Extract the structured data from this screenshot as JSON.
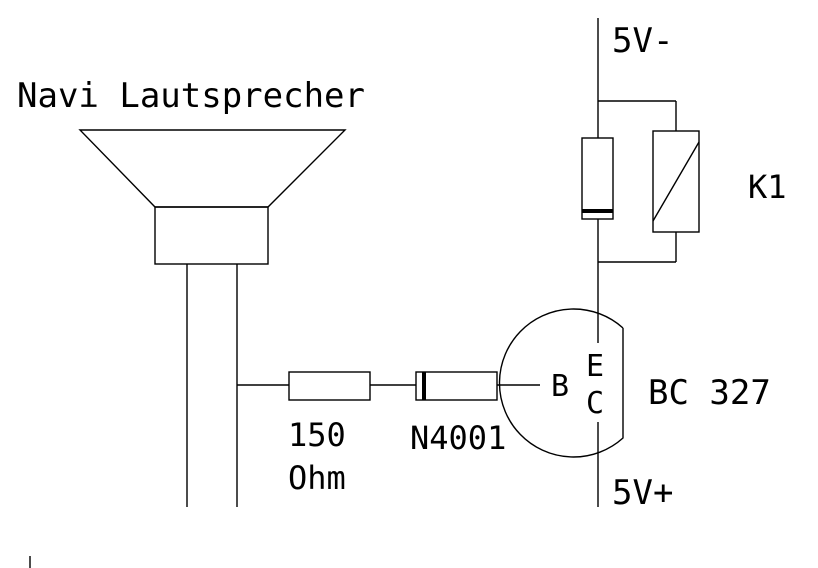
{
  "labels": {
    "speaker": "Navi Lautsprecher",
    "supply_minus": "5V-",
    "supply_plus": "5V+",
    "relay": "K1",
    "transistor": "BC 327",
    "base": "B",
    "emitter": "E",
    "collector": "C",
    "resistor_value": "150",
    "resistor_unit": "Ohm",
    "diode": "N4001"
  }
}
